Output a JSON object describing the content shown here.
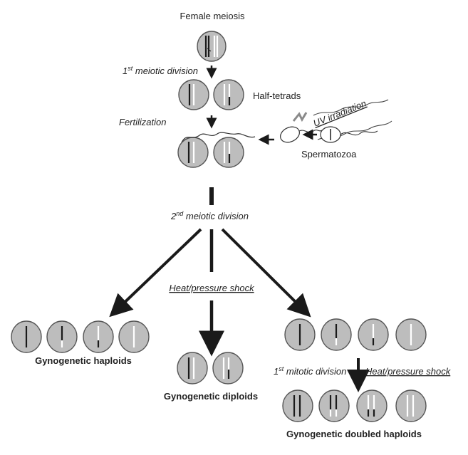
{
  "title": "Female meiosis",
  "steps": {
    "first_meiotic_prefix": "1",
    "first_meiotic_sup": "st",
    "first_meiotic_rest": " meiotic division",
    "fertilization": "Fertilization",
    "second_meiotic_prefix": "2",
    "second_meiotic_sup": "nd",
    "second_meiotic_rest": " meiotic division",
    "heat_shock_center": "Heat/pressure shock",
    "first_mitotic_prefix": "1",
    "first_mitotic_sup": "st",
    "first_mitotic_rest": " mitotic division",
    "heat_shock_right": "Heat/pressure shock"
  },
  "labels": {
    "half_tetrads": "Half-tetrads",
    "uv_irradiation": "UV irradiation",
    "spermatozoa": "Spermatozoa"
  },
  "outcomes": {
    "haploids": "Gyno­genetic haploids",
    "diploids": "Gynogenetic diploids",
    "doubled_haploids": "Gynogenetic doubled haploids"
  },
  "colors": {
    "cell_fill": "#bdbdbd",
    "cell_stroke": "#555555",
    "maternal_chromosome": "#1a1a1a",
    "other_chromosome": "#ffffff",
    "arrow": "#1a1a1a"
  }
}
